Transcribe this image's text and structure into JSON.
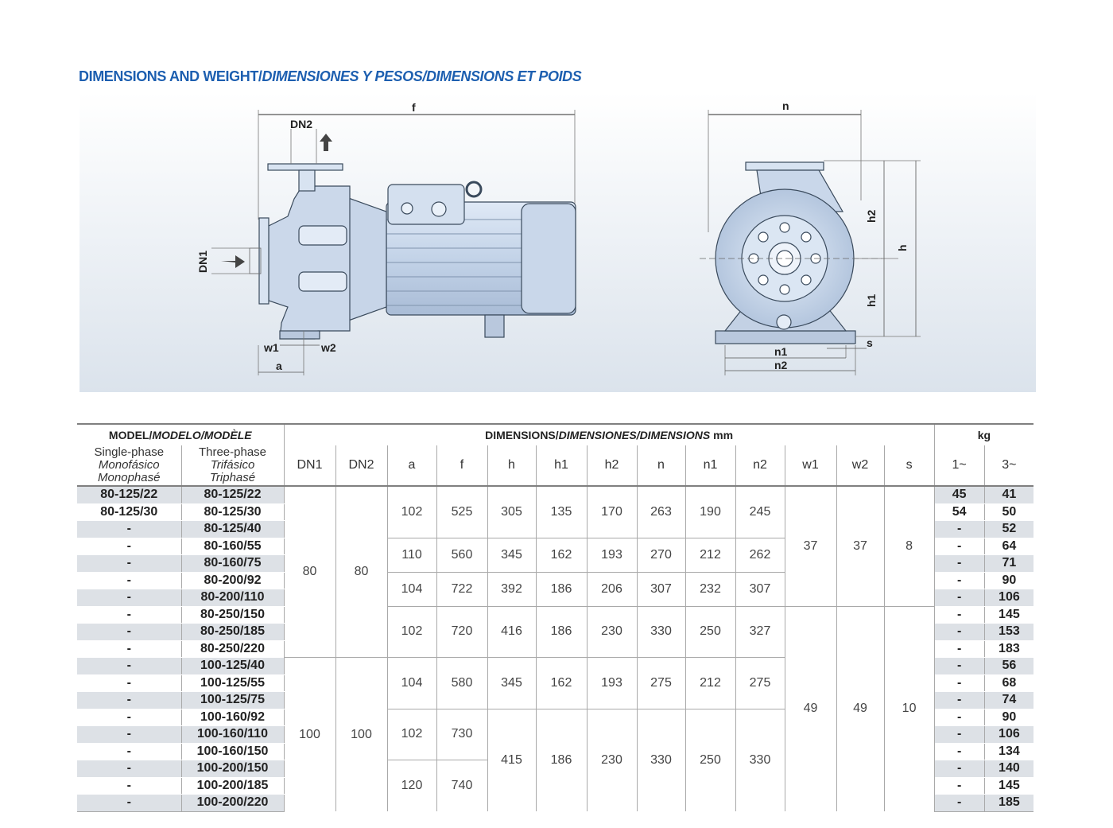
{
  "title": {
    "part1": "DIMENSIONS AND WEIGHT/",
    "part2": "DIMENSIONES Y PESOS/DIMENSIONS ET POIDS"
  },
  "drawing": {
    "labels": {
      "f": "f",
      "dn2": "DN2",
      "dn1": "DN1",
      "w1": "w1",
      "w2": "w2",
      "a": "a",
      "n": "n",
      "h2": "h2",
      "h": "h",
      "h1": "h1",
      "s": "s",
      "n1": "n1",
      "n2": "n2"
    }
  },
  "table": {
    "header": {
      "model_a": "MODEL/",
      "model_b": "MODELO/MODÈLE",
      "dims_a": "DIMENSIONS/",
      "dims_b": "DIMENSIONES/DIMENSIONS",
      "dims_c": " mm",
      "kg": "kg",
      "single": [
        "Single-phase",
        "Monofásico",
        "Monophasé"
      ],
      "three": [
        "Three-phase",
        "Trifásico",
        "Triphasé"
      ],
      "cols": [
        "DN1",
        "DN2",
        "a",
        "f",
        "h",
        "h1",
        "h2",
        "n",
        "n1",
        "n2",
        "w1",
        "w2",
        "s",
        "1~",
        "3~"
      ]
    },
    "rows": [
      {
        "single": "80-125/22",
        "three": "80-125/22",
        "kg1": "45",
        "kg3": "41"
      },
      {
        "single": "80-125/30",
        "three": "80-125/30",
        "kg1": "54",
        "kg3": "50"
      },
      {
        "single": "-",
        "three": "80-125/40",
        "kg1": "-",
        "kg3": "52"
      },
      {
        "single": "-",
        "three": "80-160/55",
        "kg1": "-",
        "kg3": "64"
      },
      {
        "single": "-",
        "three": "80-160/75",
        "kg1": "-",
        "kg3": "71"
      },
      {
        "single": "-",
        "three": "80-200/92",
        "kg1": "-",
        "kg3": "90"
      },
      {
        "single": "-",
        "three": "80-200/110",
        "kg1": "-",
        "kg3": "106"
      },
      {
        "single": "-",
        "three": "80-250/150",
        "kg1": "-",
        "kg3": "145"
      },
      {
        "single": "-",
        "three": "80-250/185",
        "kg1": "-",
        "kg3": "153"
      },
      {
        "single": "-",
        "three": "80-250/220",
        "kg1": "-",
        "kg3": "183"
      },
      {
        "single": "-",
        "three": "100-125/40",
        "kg1": "-",
        "kg3": "56"
      },
      {
        "single": "-",
        "three": "100-125/55",
        "kg1": "-",
        "kg3": "68"
      },
      {
        "single": "-",
        "three": "100-125/75",
        "kg1": "-",
        "kg3": "74"
      },
      {
        "single": "-",
        "three": "100-160/92",
        "kg1": "-",
        "kg3": "90"
      },
      {
        "single": "-",
        "three": "100-160/110",
        "kg1": "-",
        "kg3": "106"
      },
      {
        "single": "-",
        "three": "100-160/150",
        "kg1": "-",
        "kg3": "134"
      },
      {
        "single": "-",
        "three": "100-200/150",
        "kg1": "-",
        "kg3": "140"
      },
      {
        "single": "-",
        "three": "100-200/185",
        "kg1": "-",
        "kg3": "145"
      },
      {
        "single": "-",
        "three": "100-200/220",
        "kg1": "-",
        "kg3": "185"
      }
    ],
    "groups": {
      "dn_80": {
        "dn1": "80",
        "dn2": "80"
      },
      "dn_100": {
        "dn1": "100",
        "dn2": "100"
      },
      "g1": {
        "a": "102",
        "f": "525",
        "h": "305",
        "h1": "135",
        "h2": "170",
        "n": "263",
        "n1": "190",
        "n2": "245"
      },
      "g2": {
        "a": "110",
        "f": "560",
        "h": "345",
        "h1": "162",
        "h2": "193",
        "n": "270",
        "n1": "212",
        "n2": "262"
      },
      "g3": {
        "a": "104",
        "f": "722",
        "h": "392",
        "h1": "186",
        "h2": "206",
        "n": "307",
        "n1": "232",
        "n2": "307"
      },
      "g4": {
        "a": "102",
        "f": "720",
        "h": "416",
        "h1": "186",
        "h2": "230",
        "n": "330",
        "n1": "250",
        "n2": "327"
      },
      "g5": {
        "a": "104",
        "f": "580",
        "h": "345",
        "h1": "162",
        "h2": "193",
        "n": "275",
        "n1": "212",
        "n2": "275"
      },
      "g6": {
        "a": "102",
        "f": "730"
      },
      "g7": {
        "a": "120",
        "f": "740"
      },
      "g67": {
        "h": "415",
        "h1": "186",
        "h2": "230",
        "n": "330",
        "n1": "250",
        "n2": "330"
      },
      "w_small": {
        "w1": "37",
        "w2": "37",
        "s": "8"
      },
      "w_large": {
        "w1": "49",
        "w2": "49",
        "s": "10"
      }
    }
  }
}
